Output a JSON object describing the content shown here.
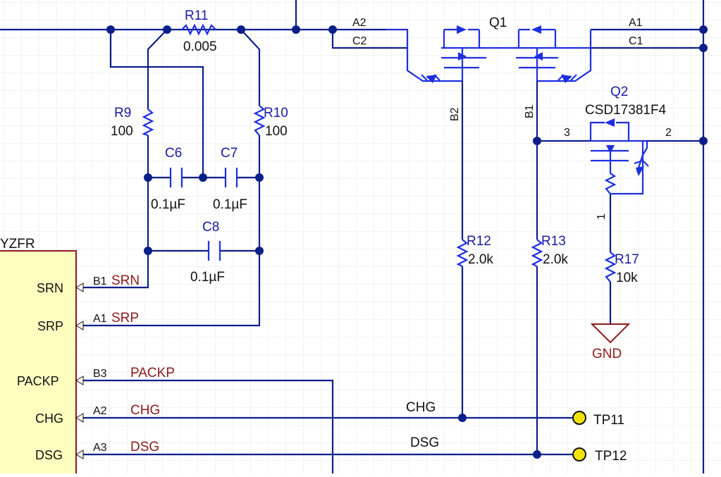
{
  "components": {
    "R11": {
      "ref": "R11",
      "value": "0.005"
    },
    "R9": {
      "ref": "R9",
      "value": "100"
    },
    "R10": {
      "ref": "R10",
      "value": "100"
    },
    "C6": {
      "ref": "C6",
      "value": "0.1µF"
    },
    "C7": {
      "ref": "C7",
      "value": "0.1µF"
    },
    "C8": {
      "ref": "C8",
      "value": "0.1µF"
    },
    "Q1": {
      "ref": "Q1",
      "pins": {
        "a2": "A2",
        "c2": "C2",
        "a1": "A1",
        "c1": "C1",
        "b2": "B2",
        "b1": "B1"
      }
    },
    "Q2": {
      "ref": "Q2",
      "part": "CSD17381F4",
      "pins": {
        "p3": "3",
        "p2": "2",
        "p1": "1"
      }
    },
    "R12": {
      "ref": "R12",
      "value": "2.0k"
    },
    "R13": {
      "ref": "R13",
      "value": "2.0k"
    },
    "R17": {
      "ref": "R17",
      "value": "10k"
    },
    "GND": {
      "label": "GND"
    },
    "TP11": {
      "ref": "TP11"
    },
    "TP12": {
      "ref": "TP12"
    }
  },
  "ic": {
    "title_fragment": "YZFR",
    "pins": [
      {
        "name": "SRN",
        "num": "B1",
        "net": "SRN"
      },
      {
        "name": "SRP",
        "num": "A1",
        "net": "SRP"
      },
      {
        "name": "PACKP",
        "num": "B3",
        "net": "PACKP"
      },
      {
        "name": "CHG",
        "num": "A2",
        "net": "CHG"
      },
      {
        "name": "DSG",
        "num": "A3",
        "net": "DSG"
      }
    ]
  },
  "nets": {
    "chg": "CHG",
    "dsg": "DSG"
  },
  "colors": {
    "grid": "#e4e4e4",
    "wire": "#0b1f8a",
    "component": "#1c2fe0",
    "net_label": "#8b1a1a",
    "ic_fill": "#ffffc0",
    "ic_border": "#8b1a1a",
    "testpoint": "#f2e400"
  }
}
